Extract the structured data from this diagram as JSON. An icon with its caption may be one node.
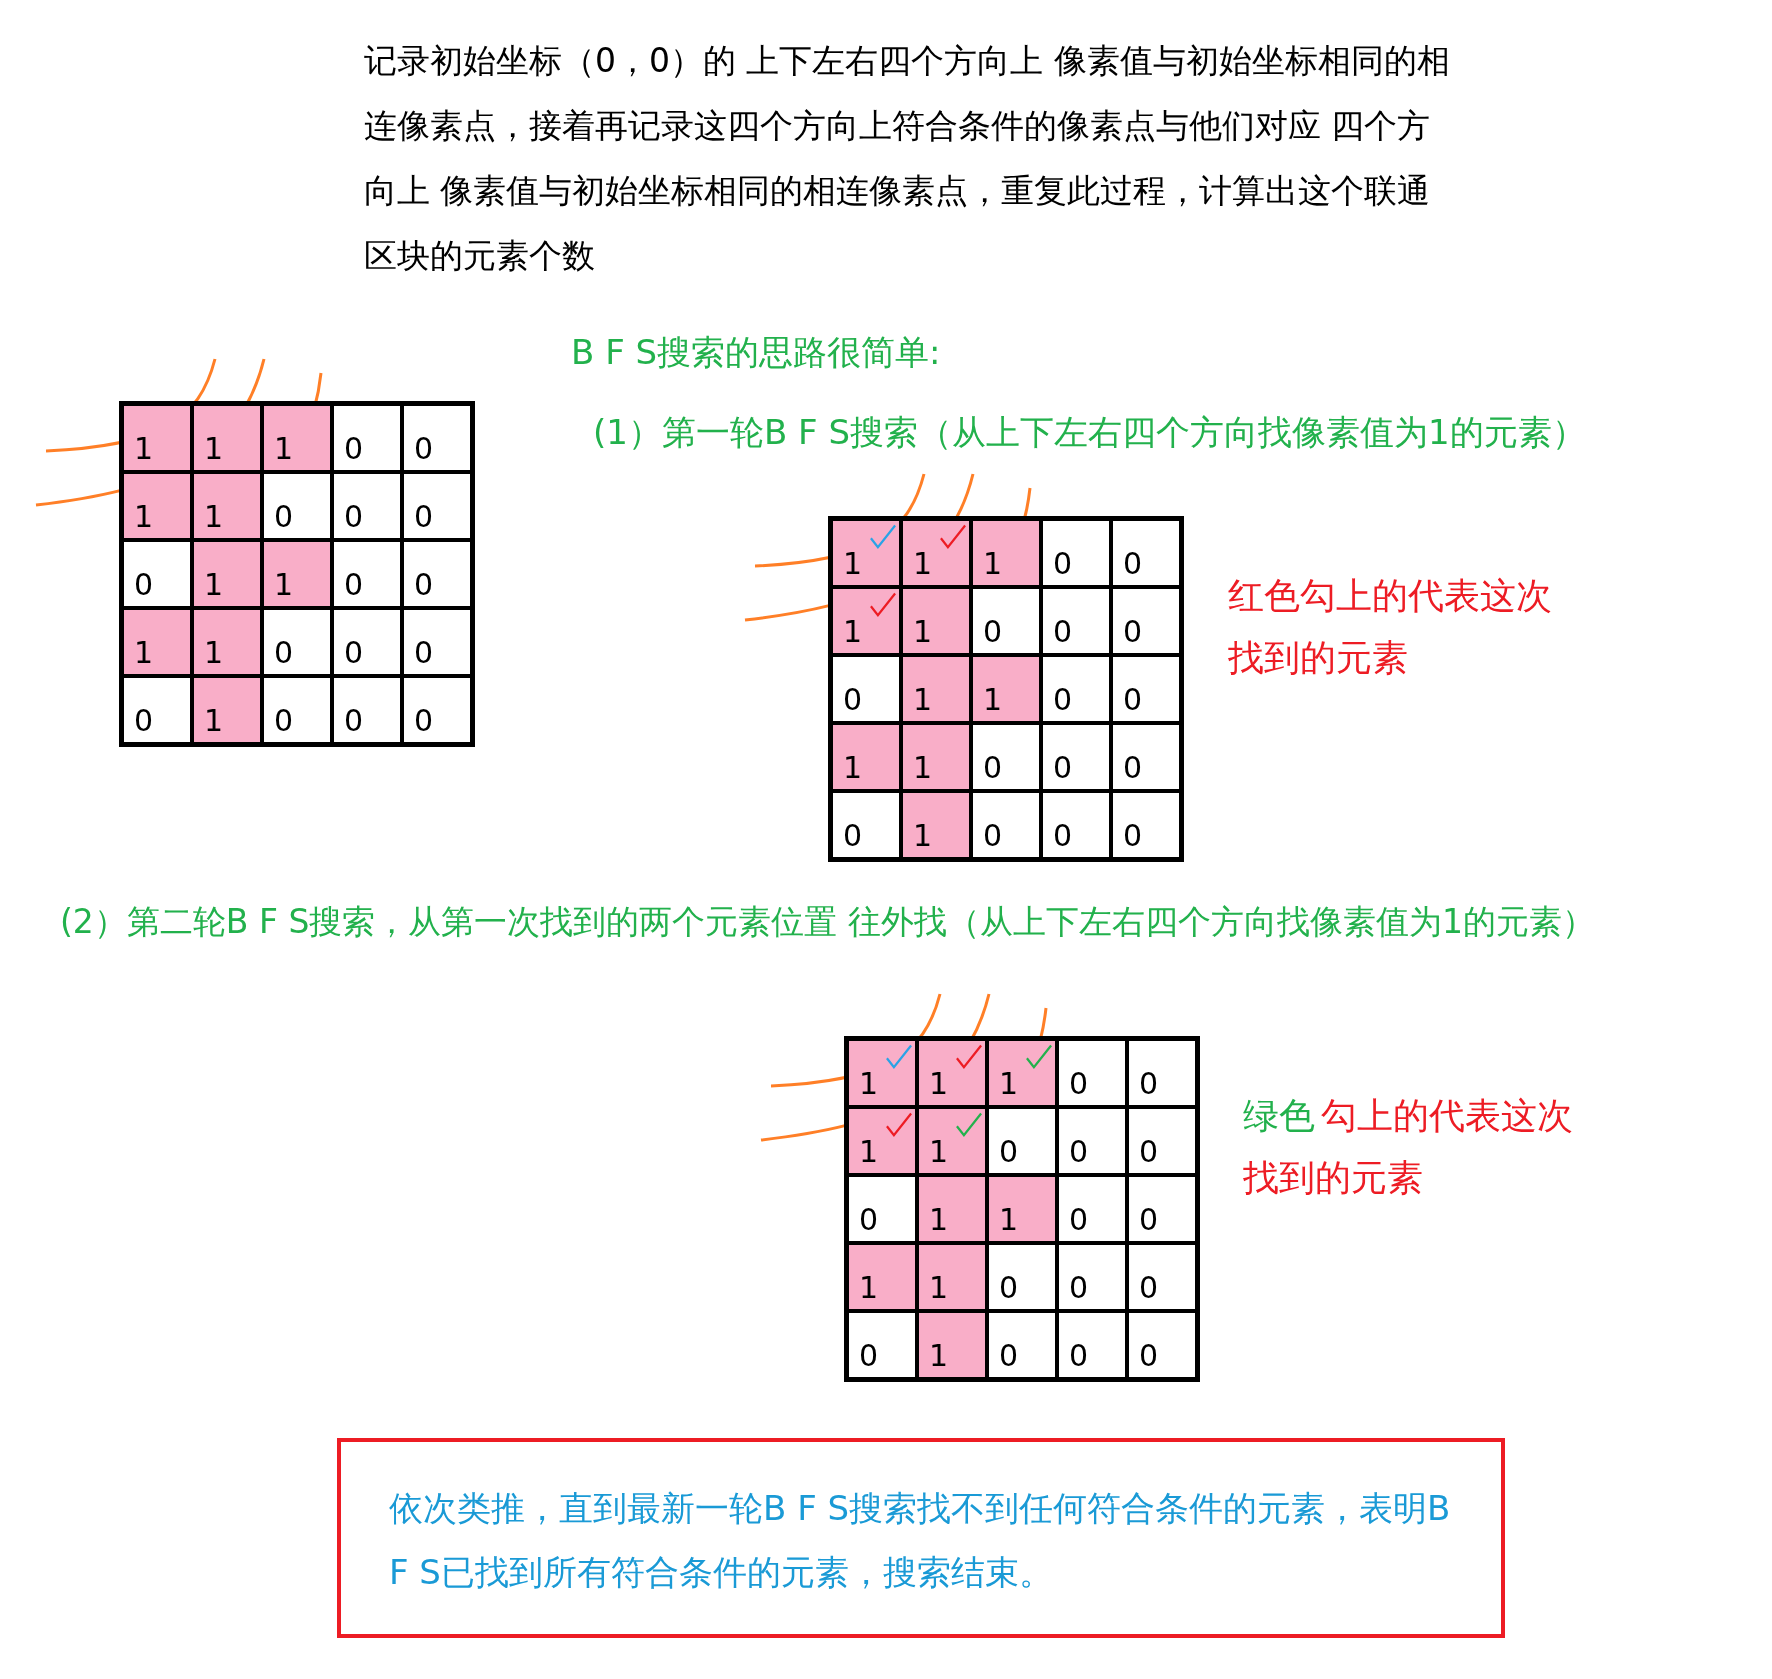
{
  "diagram": {
    "nodes": [
      {
        "text": [
          "依次类推，直到最新一轮B F S搜索找不到任何符合条件的元素，表明B F S已找到所有符合条件的元素，搜索结束。"
        ]
      }
    ],
    "labels": [
      "记录初始坐标（0，0）的 上下左右四个方向上 像素值与初始坐标相同的相连像素点，接着再记录这四个方向上符合条件的像素点与他们对应 四个方向上 像素值与初始坐标相同的相连像素点，重复此过程，计算出这个联通区块的元素个数",
      "B F S搜索的思路很简单:",
      "1",
      "1",
      "1",
      "0",
      "0",
      "1",
      "1",
      "0",
      "0",
      "0",
      "0",
      "1",
      "1",
      "0",
      "0",
      "1",
      "1",
      "0",
      "0",
      "0",
      "0",
      "1",
      "0",
      "0",
      "0",
      "(1）第一轮B F S搜索（从上下左右四个方向找像素值为1的元素）",
      "1",
      "1",
      "1",
      "0",
      "0",
      "1",
      "1",
      "0",
      "0",
      "0",
      "0",
      "1",
      "1",
      "0",
      "0",
      "1",
      "1",
      "0",
      "0",
      "0",
      "0",
      "1",
      "0",
      "0",
      "0",
      "红色勾上的代表这次找到的元素",
      "(2）第二轮B F S搜索，从第一次找到的两个元素位置 往外找（从上下左右四个方向找像素值为1的元素）",
      "1",
      "1",
      "1",
      "0",
      "0",
      "1",
      "1",
      "0",
      "0",
      "0",
      "0",
      "1",
      "1",
      "0",
      "0",
      "1",
      "1",
      "0",
      "0",
      "0",
      "0",
      "1",
      "0",
      "0",
      "0",
      "绿色",
      "勾上的代表这次找到的元素"
    ]
  }
}
